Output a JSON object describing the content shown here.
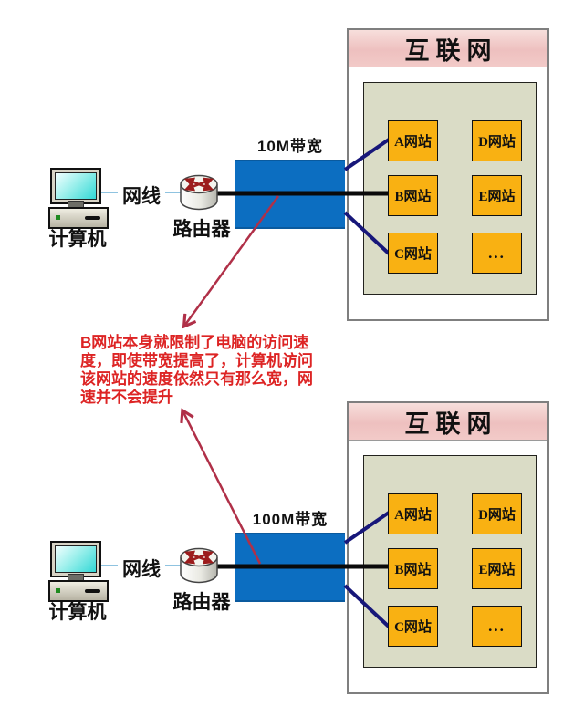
{
  "annotation": {
    "lines": [
      "B网站本身就限制了电脑的访问速",
      "度，即使带宽提高了，计算机访问",
      "该网站的速度依然只有那么宽，网",
      "速并不会提升"
    ]
  },
  "diagrams": [
    {
      "bandwidth_label": "10M带宽",
      "computer_label": "计算机",
      "cable_label": "网线",
      "router_label": "路由器",
      "internet": {
        "title": "互联网",
        "sites": [
          "A网站",
          "B网站",
          "C网站",
          "D网站",
          "E网站",
          "..."
        ]
      }
    },
    {
      "bandwidth_label": "100M带宽",
      "computer_label": "计算机",
      "cable_label": "网线",
      "router_label": "路由器",
      "internet": {
        "title": "互联网",
        "sites": [
          "A网站",
          "B网站",
          "C网站",
          "D网站",
          "E网站",
          "..."
        ]
      }
    }
  ],
  "colors": {
    "bandwidth_box_blue": "#0c6ec1",
    "site_box_orange": "#f9b112",
    "internet_header_pink": "#eec0bf",
    "inner_panel_olive": "#dadcc6",
    "connector_navy": "#17177a",
    "backbone_black": "#0a0a0a",
    "cable_light_blue": "#8fc3e0",
    "arrow_crimson": "#b03048",
    "annotation_red": "#dd2424"
  }
}
